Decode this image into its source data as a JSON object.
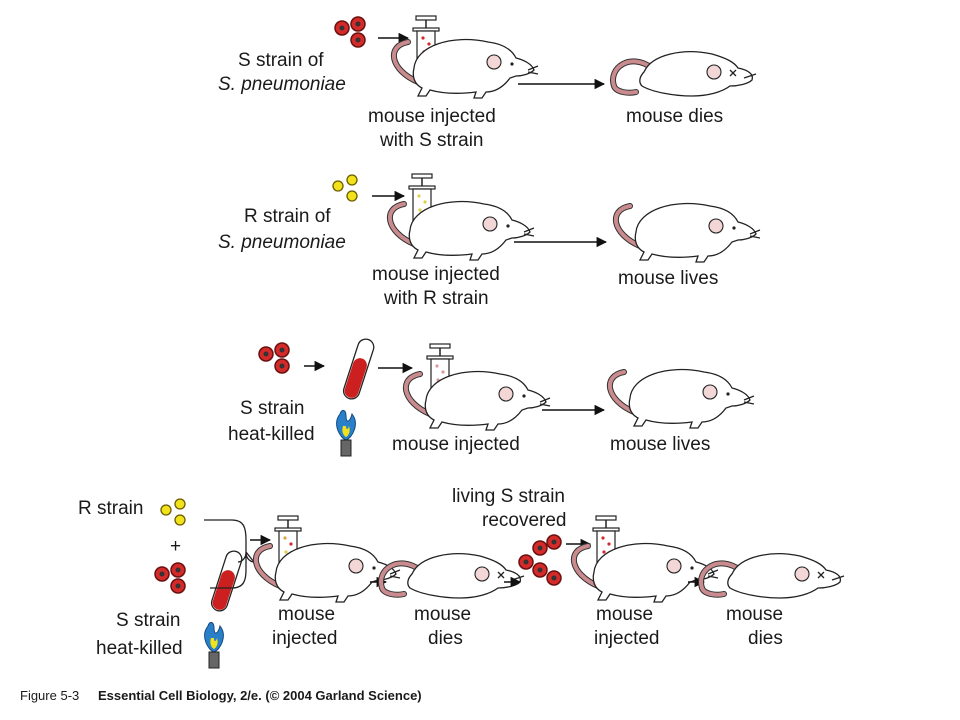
{
  "colors": {
    "s_strain": "#d42a2a",
    "r_strain": "#f2e21b",
    "tail": "#c98b8e",
    "flame_outer": "#2a7fc9",
    "flame_inner": "#f2e21b",
    "tube_fill": "#cc1f1f"
  },
  "experiment1": {
    "strain_line1": "S strain of",
    "strain_line2": "S. pneumoniae",
    "injected_line1": "mouse injected",
    "injected_line2": "with S strain",
    "outcome": "mouse dies"
  },
  "experiment2": {
    "strain_line1": "R strain of",
    "strain_line2": "S. pneumoniae",
    "injected_line1": "mouse injected",
    "injected_line2": "with R strain",
    "outcome": "mouse lives"
  },
  "experiment3": {
    "strain_line1": "S strain",
    "strain_line2": "heat-killed",
    "injected": "mouse injected",
    "outcome": "mouse lives"
  },
  "experiment4": {
    "r_strain": "R strain",
    "plus": "+",
    "s_strain_line1": "S strain",
    "s_strain_line2": "heat-killed",
    "injected_line1": "mouse",
    "injected_line2": "injected",
    "dies_line1": "mouse",
    "dies_line2": "dies",
    "recovered_line1": "living S strain",
    "recovered_line2": "recovered",
    "injected2_line1": "mouse",
    "injected2_line2": "injected",
    "dies2_line1": "mouse",
    "dies2_line2": "dies"
  },
  "caption": {
    "figure": "Figure 5-3",
    "source": "Essential Cell Biology, 2/e. (© 2004 Garland Science)"
  },
  "icons": [
    "bacteria-cluster-icon",
    "syringe-icon",
    "mouse-icon",
    "dead-mouse-icon",
    "test-tube-icon",
    "flame-icon",
    "bracket-icon",
    "arrow-icon"
  ]
}
